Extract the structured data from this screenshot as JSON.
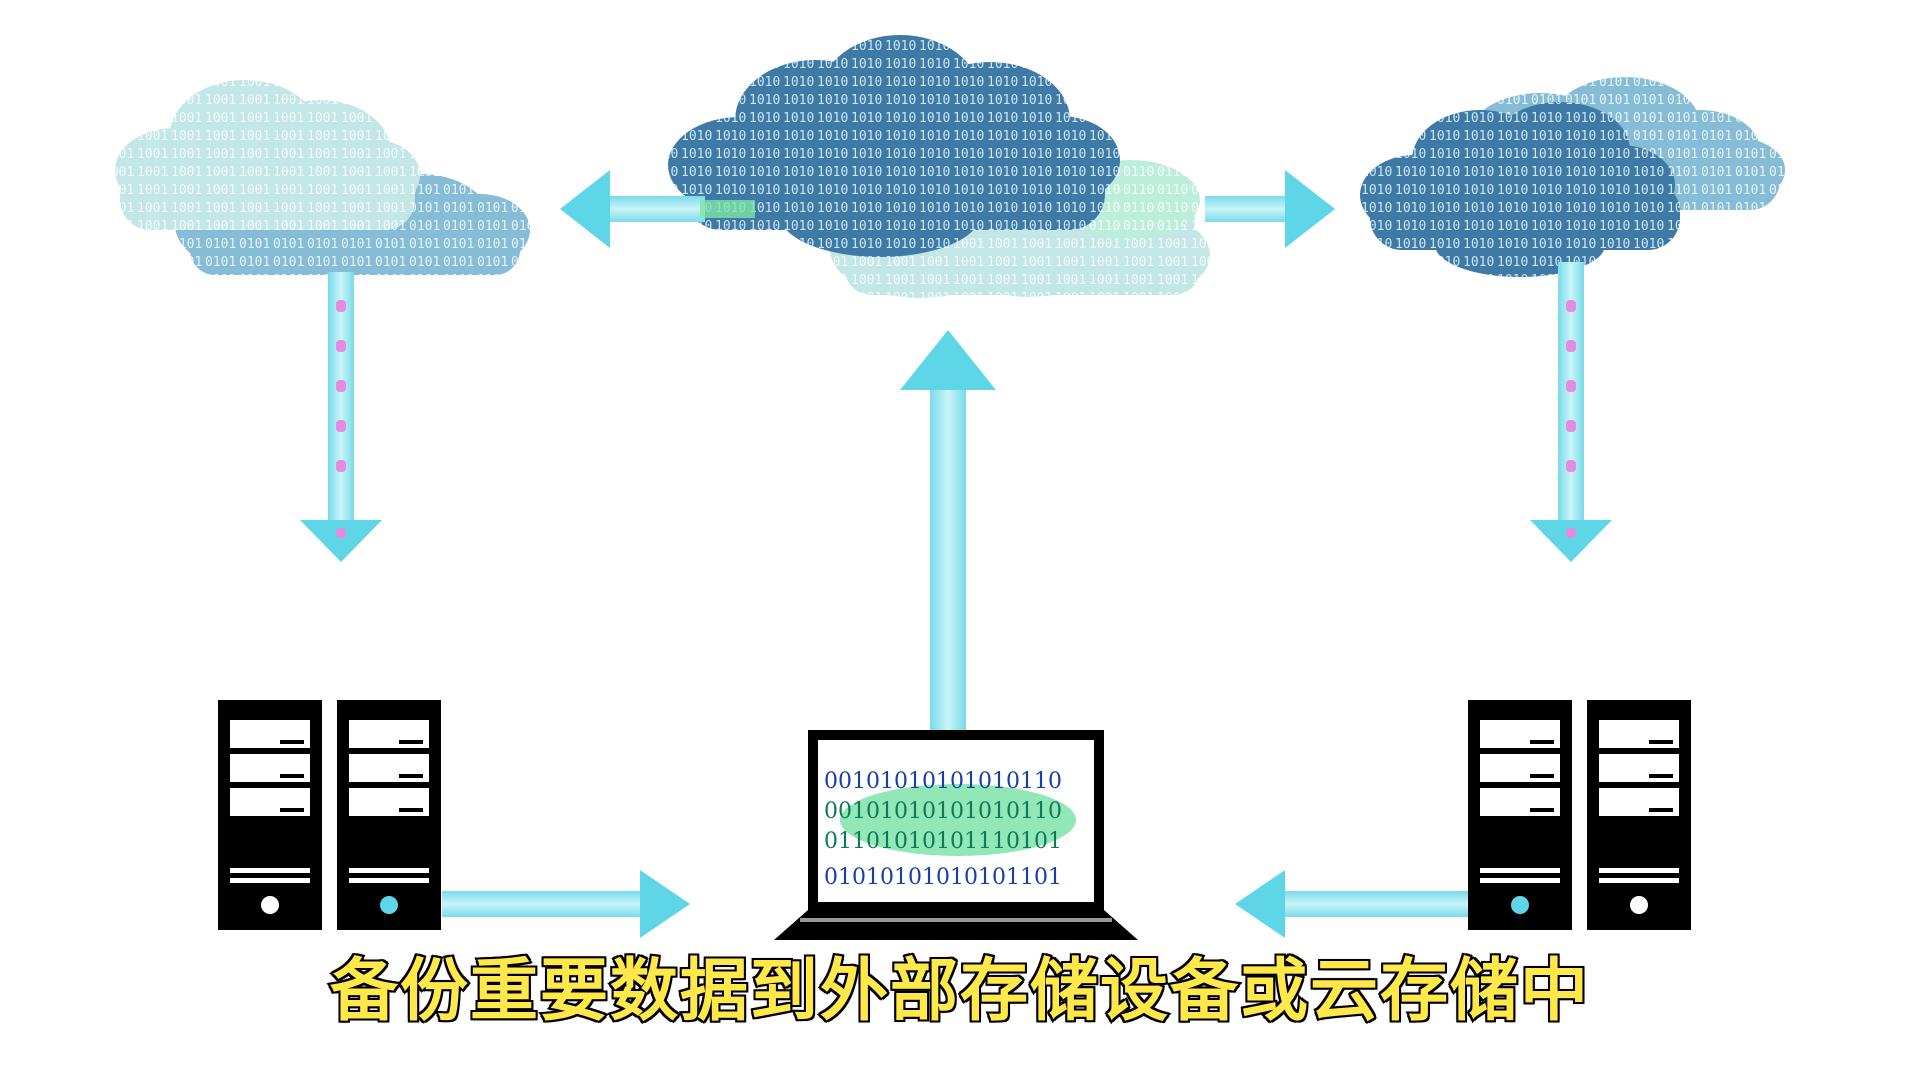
{
  "subtitle": "备份重要数据到外部存储设备或云存储中",
  "laptop_screen": {
    "rows": [
      "00101010101010110",
      "00101010101010110",
      "01101010101110101",
      "01010101010101101"
    ]
  },
  "colors": {
    "arrow": "#5fd6e8",
    "arrow_glow": "#b8f0f6",
    "arrow_dot": "#e58ae0",
    "cloud_dark": "#3f7aa6",
    "cloud_mid": "#7fb4cf",
    "cloud_light": "#bfe6e8",
    "cloud_green": "#b9ecd9",
    "server": "#000000",
    "subtitle_fill": "#ffe84a",
    "subtitle_stroke": "#000000"
  },
  "icons": [
    "cloud-icon",
    "server-tower-icon",
    "laptop-icon",
    "arrow-icon"
  ]
}
